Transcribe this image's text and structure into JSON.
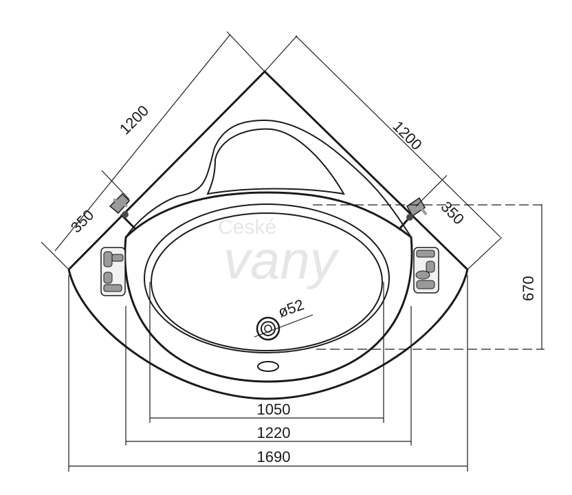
{
  "dimensions": {
    "side_left": "1200",
    "side_right": "1200",
    "offset_left": "350",
    "offset_right": "350",
    "depth": "670",
    "drain_diameter": "ø52",
    "inner_width": "1050",
    "bath_width": "1220",
    "overall_width": "1690"
  },
  "watermark": {
    "line1": "České",
    "line2": "vany"
  },
  "colors": {
    "line": "#1a1a1a",
    "fitting": "#9a9a9a",
    "watermark": "#e6e6e6"
  }
}
